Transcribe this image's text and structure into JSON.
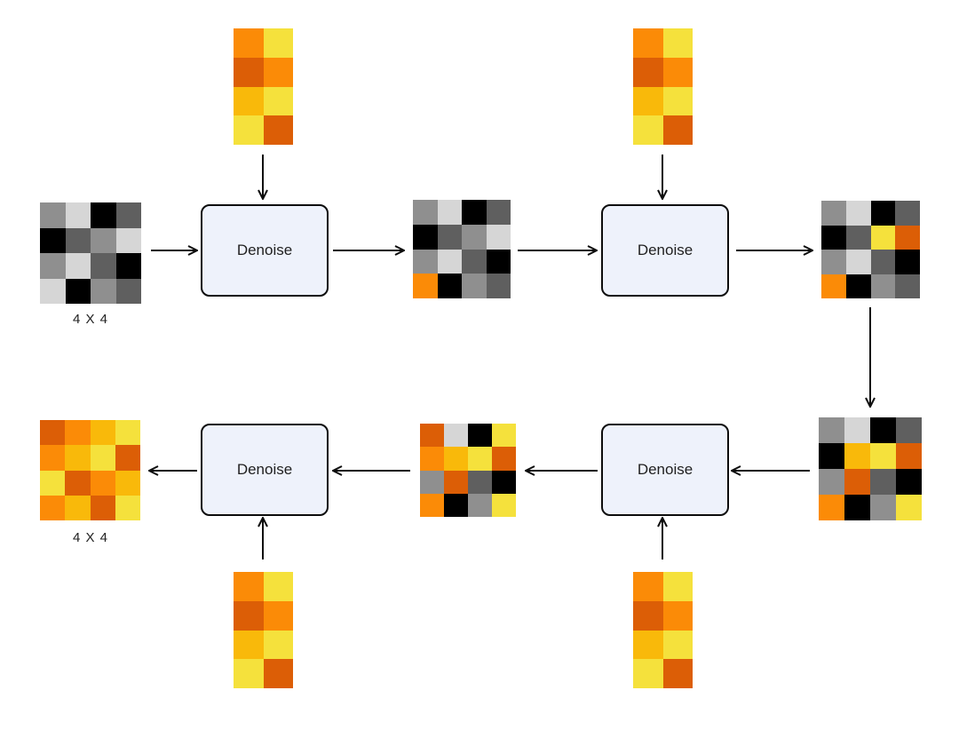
{
  "palette": {
    "0": "#000000",
    "1": "#5f5f5f",
    "2": "#8f8f8f",
    "3": "#d6d6d6",
    "4": "#f5e13c",
    "5": "#f9b90a",
    "6": "#fb8b07",
    "7": "#dc5e06"
  },
  "conditioning": {
    "colors": [
      [
        "6",
        "4"
      ],
      [
        "7",
        "6"
      ],
      [
        "5",
        "4"
      ],
      [
        "4",
        "7"
      ]
    ]
  },
  "grids": {
    "noise": [
      [
        "2",
        "3",
        "0",
        "1"
      ],
      [
        "0",
        "1",
        "2",
        "3"
      ],
      [
        "2",
        "3",
        "1",
        "0"
      ],
      [
        "3",
        "0",
        "2",
        "1"
      ]
    ],
    "step1": [
      [
        "2",
        "3",
        "0",
        "1"
      ],
      [
        "0",
        "1",
        "2",
        "3"
      ],
      [
        "2",
        "3",
        "1",
        "0"
      ],
      [
        "6",
        "0",
        "2",
        "1"
      ]
    ],
    "step2": [
      [
        "2",
        "3",
        "0",
        "1"
      ],
      [
        "0",
        "1",
        "4",
        "7"
      ],
      [
        "2",
        "3",
        "1",
        "0"
      ],
      [
        "6",
        "0",
        "2",
        "1"
      ]
    ],
    "step3": [
      [
        "2",
        "3",
        "0",
        "1"
      ],
      [
        "0",
        "5",
        "4",
        "7"
      ],
      [
        "2",
        "7",
        "1",
        "0"
      ],
      [
        "6",
        "0",
        "2",
        "4"
      ]
    ],
    "step4": [
      [
        "7",
        "3",
        "0",
        "4"
      ],
      [
        "6",
        "5",
        "4",
        "7"
      ],
      [
        "2",
        "7",
        "1",
        "0"
      ],
      [
        "6",
        "0",
        "2",
        "4"
      ]
    ],
    "output": [
      [
        "7",
        "6",
        "5",
        "4"
      ],
      [
        "6",
        "5",
        "4",
        "7"
      ],
      [
        "4",
        "7",
        "6",
        "5"
      ],
      [
        "6",
        "5",
        "7",
        "4"
      ]
    ]
  },
  "labels": {
    "input_size": "4 X 4",
    "output_size": "4 X 4"
  },
  "denoise": {
    "label": "Denoise"
  }
}
